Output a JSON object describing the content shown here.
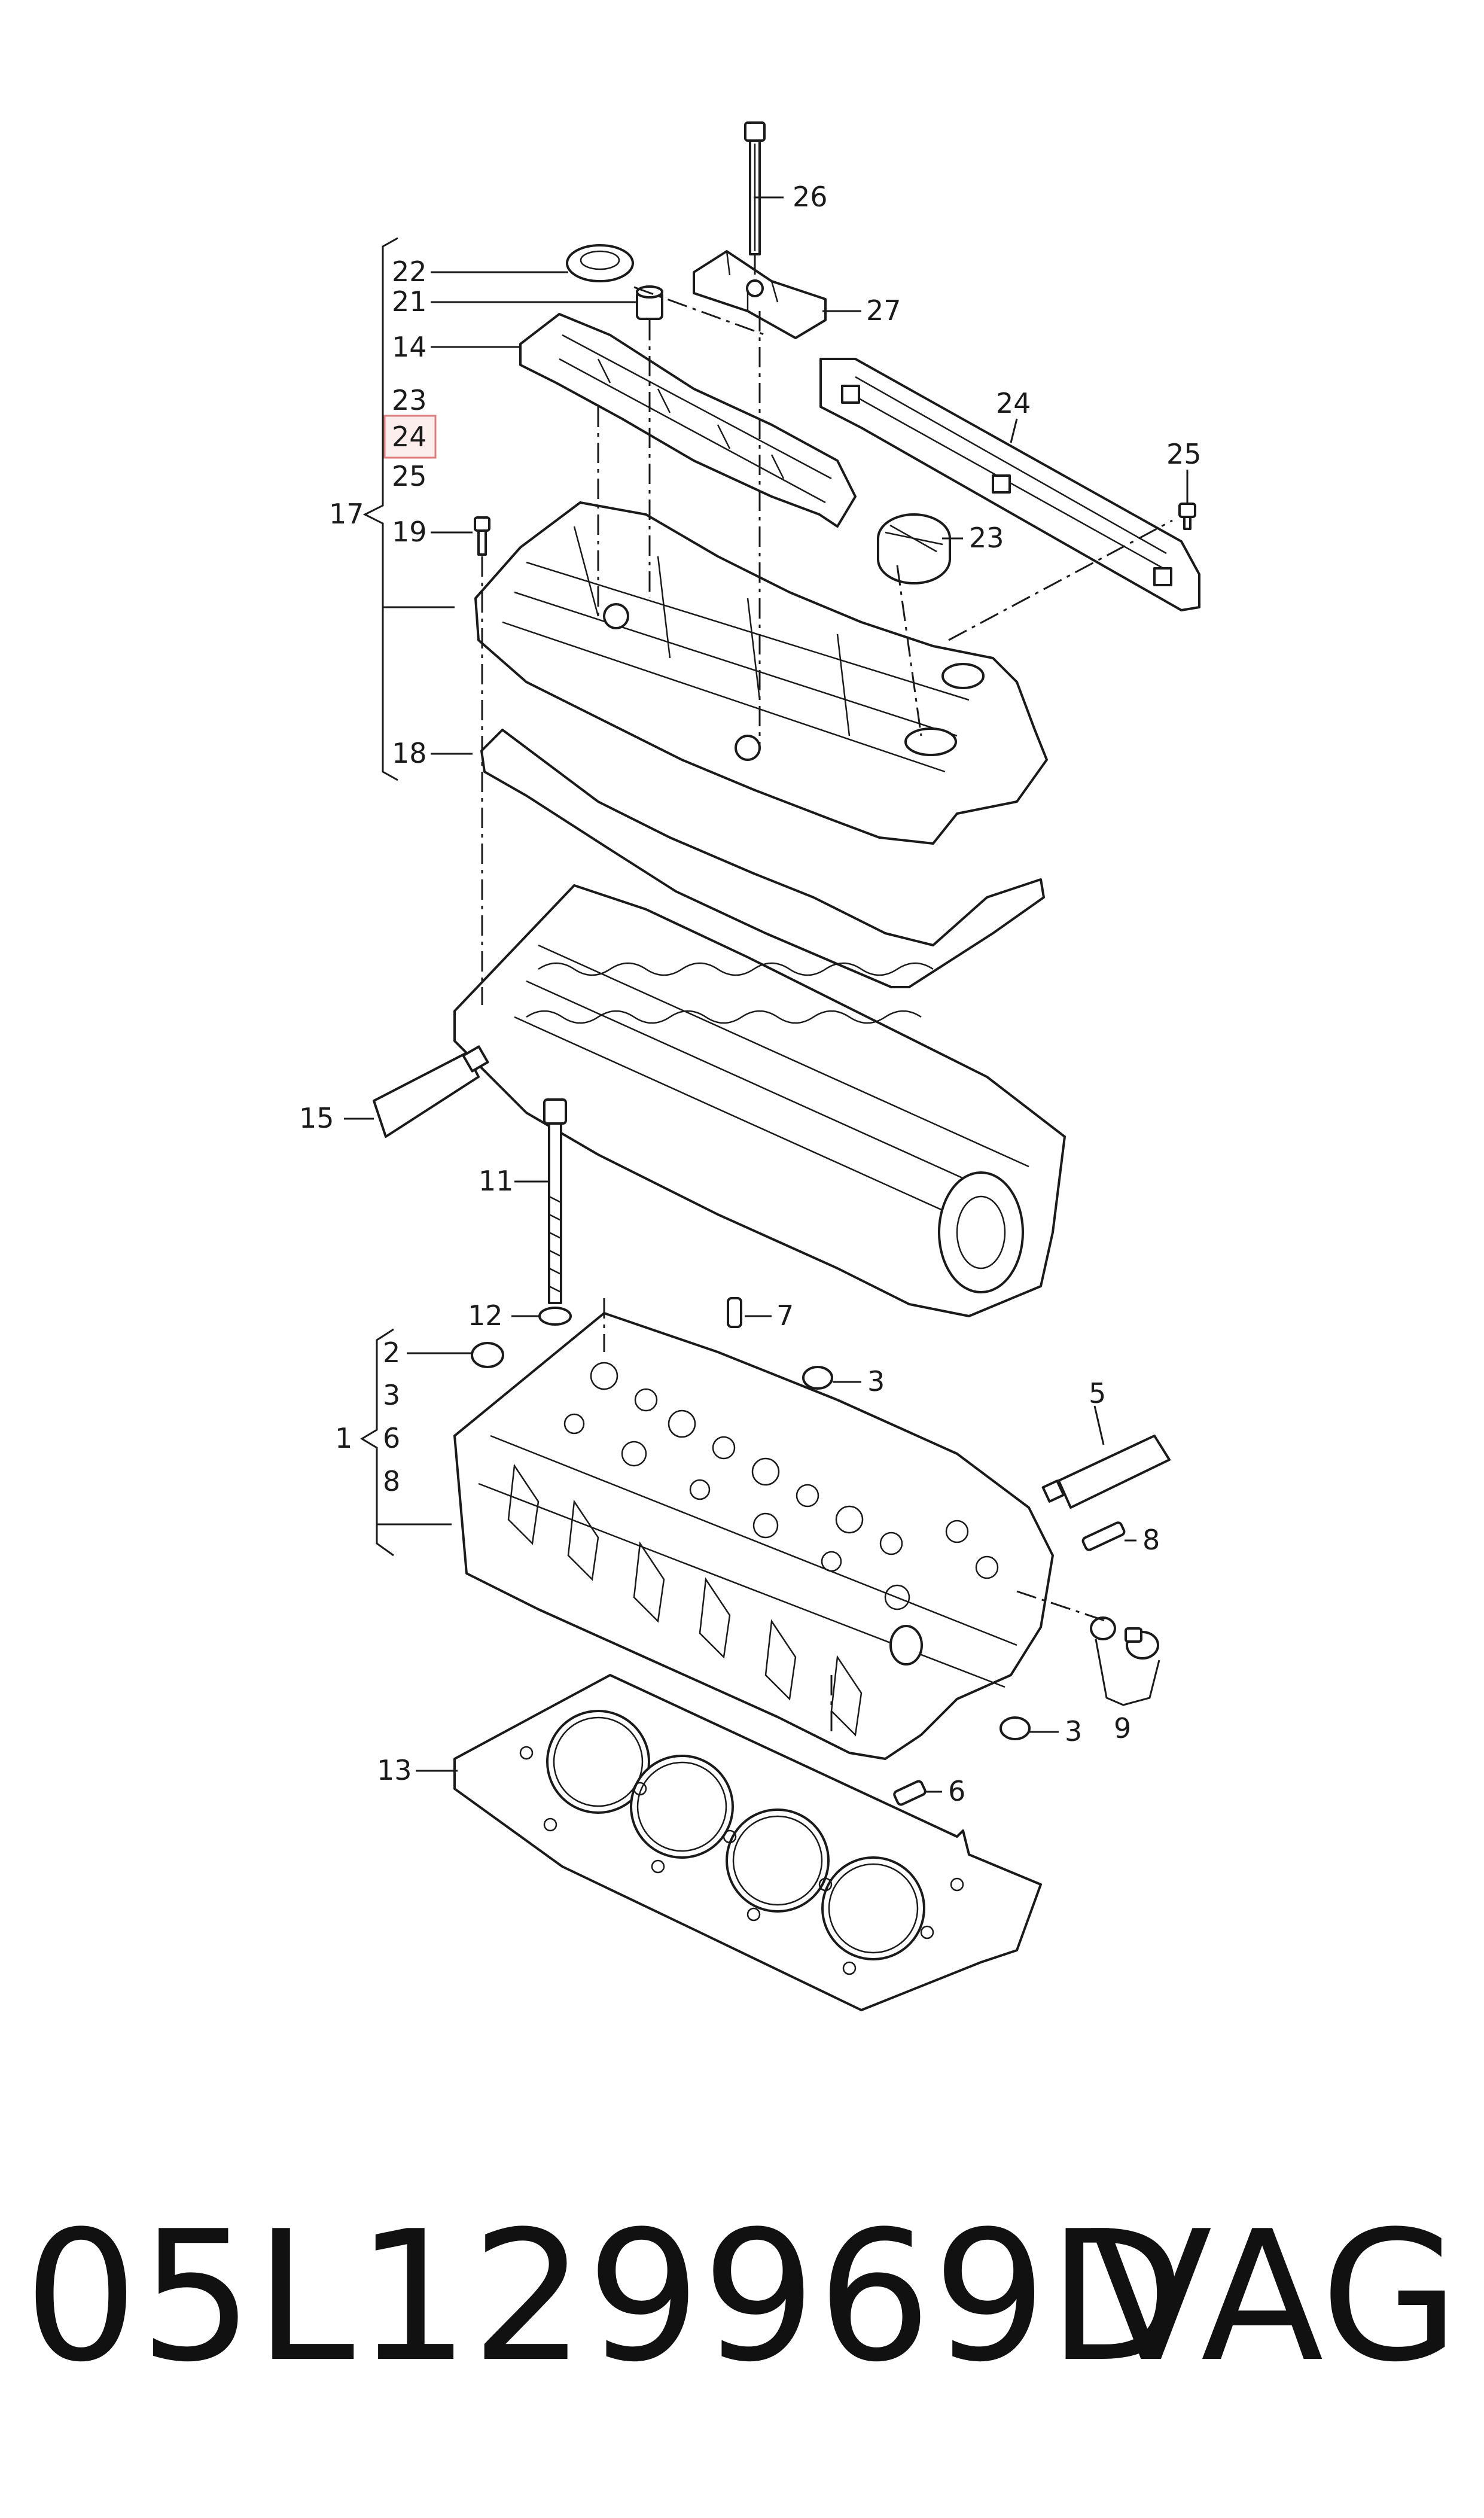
{
  "callouts": {
    "c1": "1",
    "c2": "2",
    "c3a": "3",
    "c3b": "3",
    "c3c": "3",
    "c5": "5",
    "c6a": "6",
    "c6b": "6",
    "c7": "7",
    "c8a": "8",
    "c8b": "8",
    "c9": "9",
    "c11": "11",
    "c12": "12",
    "c13": "13",
    "c14": "14",
    "c15": "15",
    "c17": "17",
    "c18": "18",
    "c19": "19",
    "c21": "21",
    "c22": "22",
    "c23a": "23",
    "c23b": "23",
    "c24a": "24",
    "c24b": "24",
    "c25a": "25",
    "c25b": "25",
    "c26": "26",
    "c27": "27"
  },
  "highlighted_callout": "24",
  "footer": {
    "part_number": "05L129969D",
    "brand": "VAG"
  },
  "colors": {
    "line": "#1a1a1a",
    "highlight_fill": "#fdeeee",
    "highlight_border": "#e07b7b"
  }
}
